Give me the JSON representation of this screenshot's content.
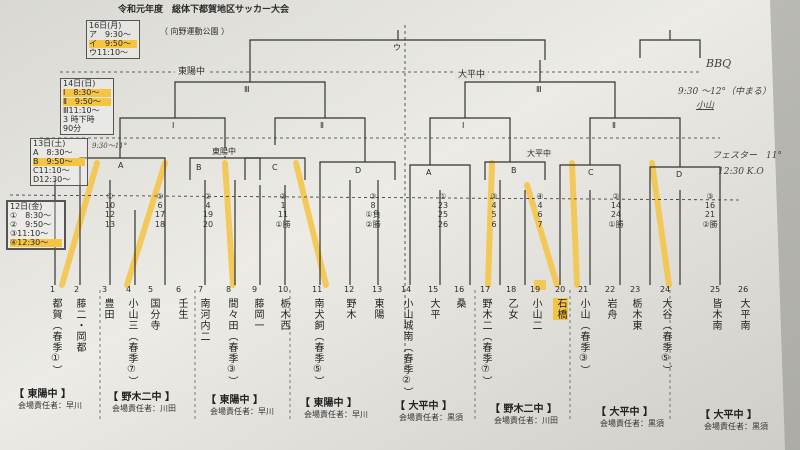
{
  "doc": {
    "title": "令和元年度　総体下都賀地区サッカー大会",
    "venue_top": "（ 向野運動公園 ）",
    "final_letter": "ウ",
    "left_group_school": "東陽中",
    "right_group_school": "大平中",
    "left_sub_school": "東陽中",
    "right_sub_school": "大平中",
    "roman_iii": "Ⅲ",
    "roman_i": "Ⅰ",
    "roman_ii": "Ⅱ",
    "letters": [
      "A",
      "B",
      "C",
      "D"
    ]
  },
  "schedule_boxes": [
    {
      "date": "16日(月)",
      "lines": [
        "ア　9:30〜",
        "イ　9:50〜",
        "ウ11:10〜"
      ],
      "highlight": [
        1
      ]
    },
    {
      "date": "14日(日)",
      "lines": [
        "Ⅰ　8:30〜",
        "Ⅱ　9:50〜",
        "Ⅲ11:10〜",
        "3 時下時",
        "90分"
      ],
      "highlight": [
        0,
        1
      ]
    },
    {
      "date": "13日(土)",
      "lines": [
        "A　8:30〜",
        "B　9:50〜",
        "C11:10〜",
        "D12:30〜"
      ],
      "highlight": [
        1
      ]
    },
    {
      "date": "12日(金)",
      "lines": [
        "①　8:30〜",
        "②　9:50〜",
        "③11:10〜",
        "④12:30〜"
      ],
      "highlight": [
        3
      ]
    }
  ],
  "handwriting": {
    "bbq": "BBQ",
    "time_note": "9:30 〜12°（中まる）",
    "note_sub": "小山",
    "fest": "フェスター　11°",
    "fest2": "12:30 K.O",
    "left_time": "9:30〜11°"
  },
  "seeds": [
    {
      "lines": [
        "①",
        "10",
        "12",
        "13"
      ]
    },
    {
      "lines": [
        "①",
        "6",
        "17",
        "18"
      ]
    },
    {
      "lines": [
        "②",
        "4",
        "19",
        "20"
      ]
    },
    {
      "lines": [
        "②",
        "1",
        "11",
        "①勝"
      ]
    },
    {
      "lines": [
        "③",
        "8",
        "①負",
        "②勝"
      ]
    },
    {
      "lines": [
        "①",
        "23",
        "25",
        "26"
      ]
    },
    {
      "lines": [
        "③",
        "4",
        "5",
        "6"
      ]
    },
    {
      "lines": [
        "④",
        "4",
        "6",
        "7"
      ]
    },
    {
      "lines": [
        "②",
        "14",
        "24",
        "①勝"
      ]
    },
    {
      "lines": [
        "③",
        "16",
        "21",
        "②勝"
      ]
    }
  ],
  "teams": [
    {
      "no": "1",
      "name": "都賀（春季①）"
    },
    {
      "no": "2",
      "name": "藤二・岡都"
    },
    {
      "no": "3",
      "name": "豊田"
    },
    {
      "no": "4",
      "name": "小山三（春季⑦）"
    },
    {
      "no": "5",
      "name": "国分寺"
    },
    {
      "no": "6",
      "name": "壬生"
    },
    {
      "no": "7",
      "name": "南河内二"
    },
    {
      "no": "8",
      "name": "間々田（春季③）"
    },
    {
      "no": "9",
      "name": "藤岡一"
    },
    {
      "no": "10",
      "name": "栃木西"
    },
    {
      "no": "11",
      "name": "南犬飼（春季⑤）"
    },
    {
      "no": "12",
      "name": "野木"
    },
    {
      "no": "13",
      "name": "東陽"
    },
    {
      "no": "14",
      "name": "小山城南（春季②）"
    },
    {
      "no": "15",
      "name": "大平"
    },
    {
      "no": "16",
      "name": "桑"
    },
    {
      "no": "17",
      "name": "野木二（春季⑦）"
    },
    {
      "no": "18",
      "name": "乙女"
    },
    {
      "no": "19",
      "name": "小山二"
    },
    {
      "no": "20",
      "name": "石橋"
    },
    {
      "no": "21",
      "name": "小山（春季③）"
    },
    {
      "no": "22",
      "name": "岩舟"
    },
    {
      "no": "23",
      "name": "栃木東"
    },
    {
      "no": "24",
      "name": "大谷（春季⑤）"
    },
    {
      "no": "25",
      "name": "皆木南"
    },
    {
      "no": "26",
      "name": "大平南"
    }
  ],
  "footers": [
    {
      "school": "【 東陽中 】",
      "manager": "会場責任者：早川"
    },
    {
      "school": "【 野木二中 】",
      "manager": "会場責任者：川田"
    },
    {
      "school": "【 東陽中 】",
      "manager": "会場責任者：早川"
    },
    {
      "school": "【 東陽中 】",
      "manager": "会場責任者：早川"
    },
    {
      "school": "【 大平中 】",
      "manager": "会場責任者：黒須"
    },
    {
      "school": "【 野木二中 】",
      "manager": "会場責任者：川田"
    },
    {
      "school": "【 大平中 】",
      "manager": "会場責任者：黒須"
    },
    {
      "school": "【 大平中 】",
      "manager": "会場責任者：黒須"
    }
  ],
  "colors": {
    "paper": "#e9e8e3",
    "highlight": "#f5c542",
    "line": "#333333",
    "background": "#3a3f44"
  }
}
